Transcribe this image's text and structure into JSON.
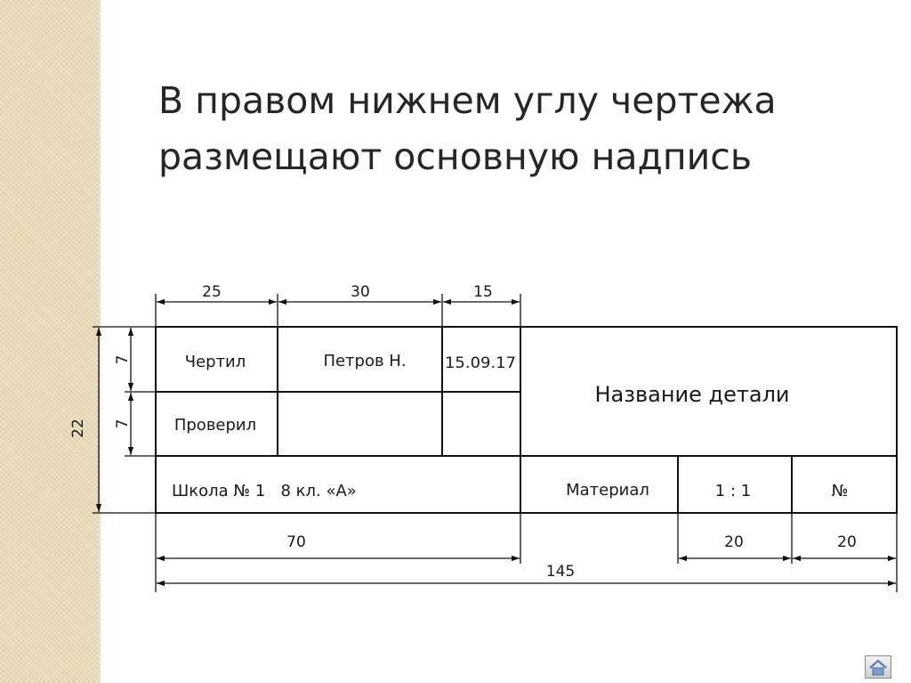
{
  "slide": {
    "title_line1": "В правом нижнем углу чертежа",
    "title_line2": "размещают основную надпись"
  },
  "title_block": {
    "cells": {
      "drawn_label": "Чертил",
      "drawn_name": "Петров Н.",
      "drawn_date": "15.09.17",
      "checked_label": "Проверил",
      "part_name": "Название детали",
      "organization": "Школа № 1   8 кл. «А»",
      "material": "Материал",
      "scale": "1 : 1",
      "number": "№"
    },
    "dimensions": {
      "top_col1": "25",
      "top_col2": "30",
      "top_col3": "15",
      "left_row1": "7",
      "left_row2": "7",
      "left_total": "22",
      "bottom_left": "70",
      "bottom_mid": "20",
      "bottom_right": "20",
      "bottom_total": "145"
    }
  },
  "colors": {
    "line": "#111111",
    "strip": "#efe3c6"
  },
  "icons": {
    "nav": "home-icon"
  }
}
